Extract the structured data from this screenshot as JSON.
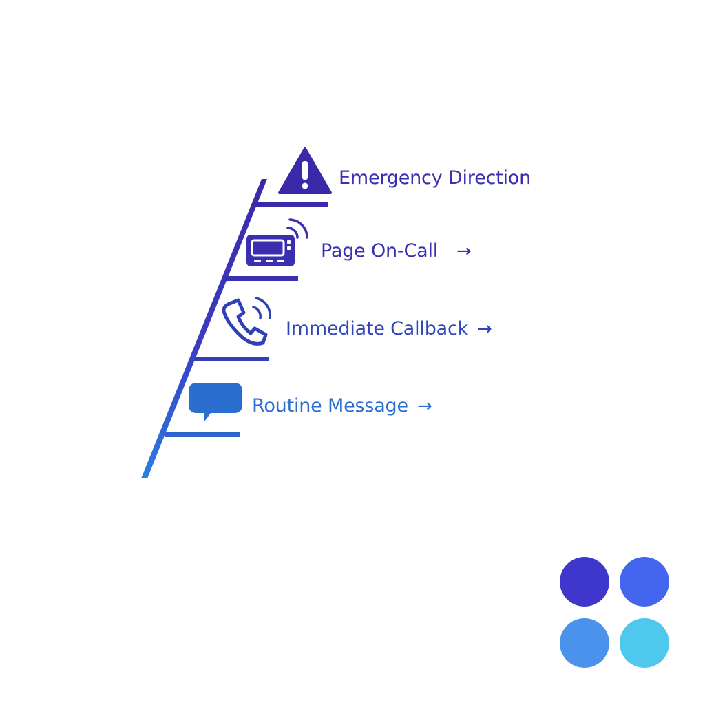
{
  "diagram": {
    "steps": [
      {
        "label": "Emergency Direction",
        "arrow": "",
        "icon": "warning-triangle-icon",
        "color": "#3a2fae"
      },
      {
        "label": "Page On-Call",
        "arrow": "→",
        "icon": "pager-icon",
        "color": "#3a2fb0"
      },
      {
        "label": "Immediate Callback",
        "arrow": "→",
        "icon": "phone-ringing-icon",
        "color": "#2f45b8"
      },
      {
        "label": "Routine Message",
        "arrow": "→",
        "icon": "chat-bubble-icon",
        "color": "#2a6fd0"
      }
    ],
    "palette": [
      {
        "name": "swatch-indigo",
        "color": "#3f36cc"
      },
      {
        "name": "swatch-blue",
        "color": "#4466ee"
      },
      {
        "name": "swatch-light-blue",
        "color": "#4a92ec"
      },
      {
        "name": "swatch-cyan",
        "color": "#4ec8ec"
      }
    ]
  }
}
